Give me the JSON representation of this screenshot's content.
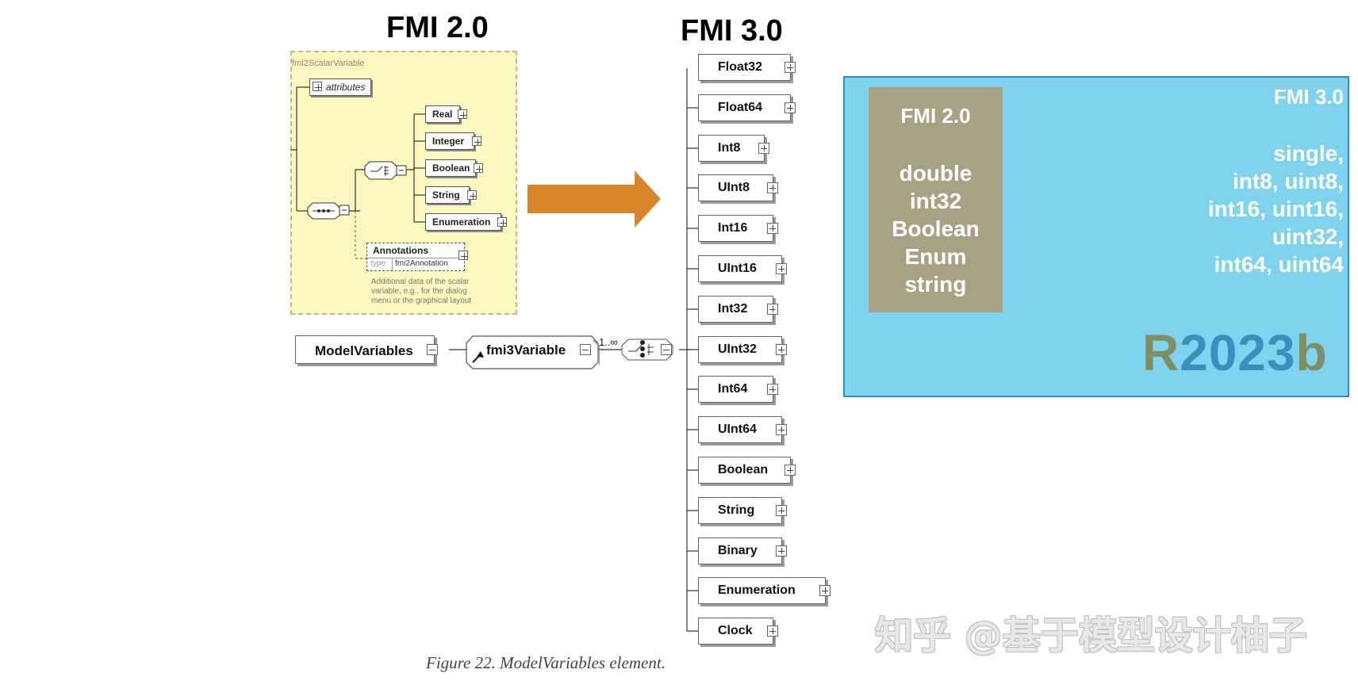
{
  "headings": {
    "fmi2": "FMI 2.0",
    "fmi3": "FMI 3.0"
  },
  "fmi2_diagram": {
    "panel_label": "fmi2ScalarVariable",
    "attributes_label": "attributes",
    "types": [
      "Real",
      "Integer",
      "Boolean",
      "String",
      "Enumeration"
    ],
    "annotations_label": "Annotations",
    "annotations_type_key": "type",
    "annotations_type_value": "fmi2Annotation",
    "annotations_note": [
      "Additional data of the scalar",
      "variable, e.g., for the dialog",
      "menu or the graphical layout"
    ]
  },
  "fmi3_diagram": {
    "root_label": "ModelVariables",
    "variable_label": "fmi3Variable",
    "multiplicity": "1..∞",
    "types": [
      "Float32",
      "Float64",
      "Int8",
      "UInt8",
      "Int16",
      "UInt16",
      "Int32",
      "UInt32",
      "Int64",
      "UInt64",
      "Boolean",
      "String",
      "Binary",
      "Enumeration",
      "Clock"
    ]
  },
  "comparison": {
    "fmi2_title": "FMI 2.0",
    "fmi2_types": [
      "double",
      "int32",
      "Boolean",
      "Enum",
      "string"
    ],
    "fmi3_title": "FMI 3.0",
    "fmi3_types": [
      "single,",
      "int8, uint8,",
      "int16, uint16,",
      "uint32,",
      "int64, uint64"
    ],
    "release_prefix": "R",
    "release_digits": "2023",
    "release_suffix": "b",
    "colors": {
      "panel_bg": "#7fd3ef",
      "panel_border": "#2a8fc7",
      "olive": "#a7a283",
      "release_green": "#7f8f63",
      "release_blue": "#3b8fbd",
      "arrow": "#d9862a"
    }
  },
  "caption": "Figure 22. ModelVariables element.",
  "watermark": "知乎 @基于模型设计柚子"
}
